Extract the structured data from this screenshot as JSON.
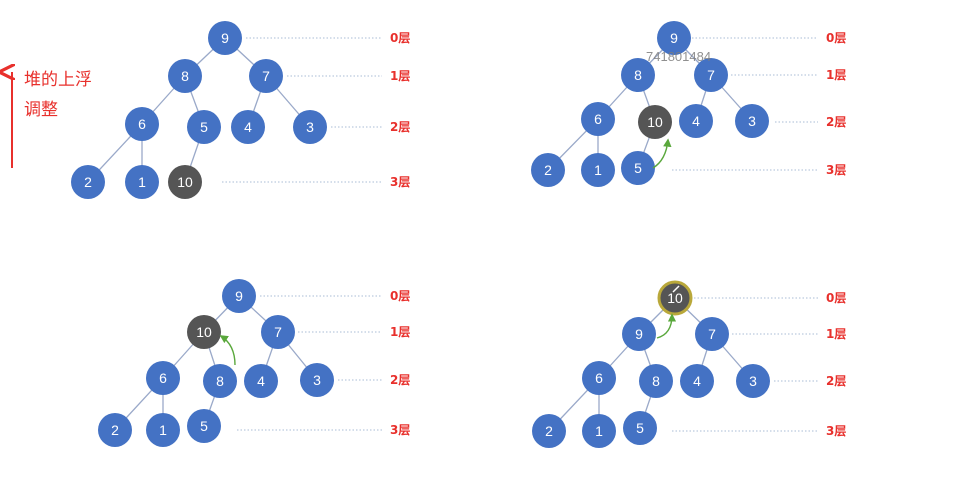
{
  "title": {
    "line1": "堆的上浮",
    "line2": "调整"
  },
  "watermark": "741801484",
  "colors": {
    "node": "#4472c4",
    "node_highlight": "#555555",
    "root_marker": "#b9a83a",
    "level_label": "#e8302c",
    "title": "#e8302c",
    "swap_arrow": "#5aa83c"
  },
  "panels": [
    {
      "id": "panel-1",
      "levels": [
        "0层",
        "1层",
        "2层",
        "3层"
      ],
      "nodes": [
        {
          "id": "p1-n9",
          "label": "9"
        },
        {
          "id": "p1-n8",
          "label": "8"
        },
        {
          "id": "p1-n7",
          "label": "7"
        },
        {
          "id": "p1-n6",
          "label": "6"
        },
        {
          "id": "p1-n5",
          "label": "5"
        },
        {
          "id": "p1-n4",
          "label": "4"
        },
        {
          "id": "p1-n3",
          "label": "3"
        },
        {
          "id": "p1-n2",
          "label": "2"
        },
        {
          "id": "p1-n1",
          "label": "1"
        },
        {
          "id": "p1-n10",
          "label": "10",
          "highlight": true
        }
      ]
    },
    {
      "id": "panel-2",
      "levels": [
        "0层",
        "1层",
        "2层",
        "3层"
      ],
      "nodes": [
        {
          "id": "p2-n9",
          "label": "9"
        },
        {
          "id": "p2-n8",
          "label": "8"
        },
        {
          "id": "p2-n7",
          "label": "7"
        },
        {
          "id": "p2-n6",
          "label": "6"
        },
        {
          "id": "p2-n10",
          "label": "10",
          "highlight": true
        },
        {
          "id": "p2-n4",
          "label": "4"
        },
        {
          "id": "p2-n3",
          "label": "3"
        },
        {
          "id": "p2-n2",
          "label": "2"
        },
        {
          "id": "p2-n1",
          "label": "1"
        },
        {
          "id": "p2-n5",
          "label": "5"
        }
      ]
    },
    {
      "id": "panel-3",
      "levels": [
        "0层",
        "1层",
        "2层",
        "3层"
      ],
      "nodes": [
        {
          "id": "p3-n9",
          "label": "9"
        },
        {
          "id": "p3-n10",
          "label": "10",
          "highlight": true
        },
        {
          "id": "p3-n7",
          "label": "7"
        },
        {
          "id": "p3-n6",
          "label": "6"
        },
        {
          "id": "p3-n8",
          "label": "8"
        },
        {
          "id": "p3-n4",
          "label": "4"
        },
        {
          "id": "p3-n3",
          "label": "3"
        },
        {
          "id": "p3-n2",
          "label": "2"
        },
        {
          "id": "p3-n1",
          "label": "1"
        },
        {
          "id": "p3-n5",
          "label": "5"
        }
      ]
    },
    {
      "id": "panel-4",
      "levels": [
        "0层",
        "1层",
        "2层",
        "3层"
      ],
      "nodes": [
        {
          "id": "p4-n10",
          "label": "10",
          "highlight": true,
          "root_marker": true
        },
        {
          "id": "p4-n9",
          "label": "9"
        },
        {
          "id": "p4-n7",
          "label": "7"
        },
        {
          "id": "p4-n6",
          "label": "6"
        },
        {
          "id": "p4-n8",
          "label": "8"
        },
        {
          "id": "p4-n4",
          "label": "4"
        },
        {
          "id": "p4-n3",
          "label": "3"
        },
        {
          "id": "p4-n2",
          "label": "2"
        },
        {
          "id": "p4-n1",
          "label": "1"
        },
        {
          "id": "p4-n5",
          "label": "5"
        }
      ]
    }
  ]
}
